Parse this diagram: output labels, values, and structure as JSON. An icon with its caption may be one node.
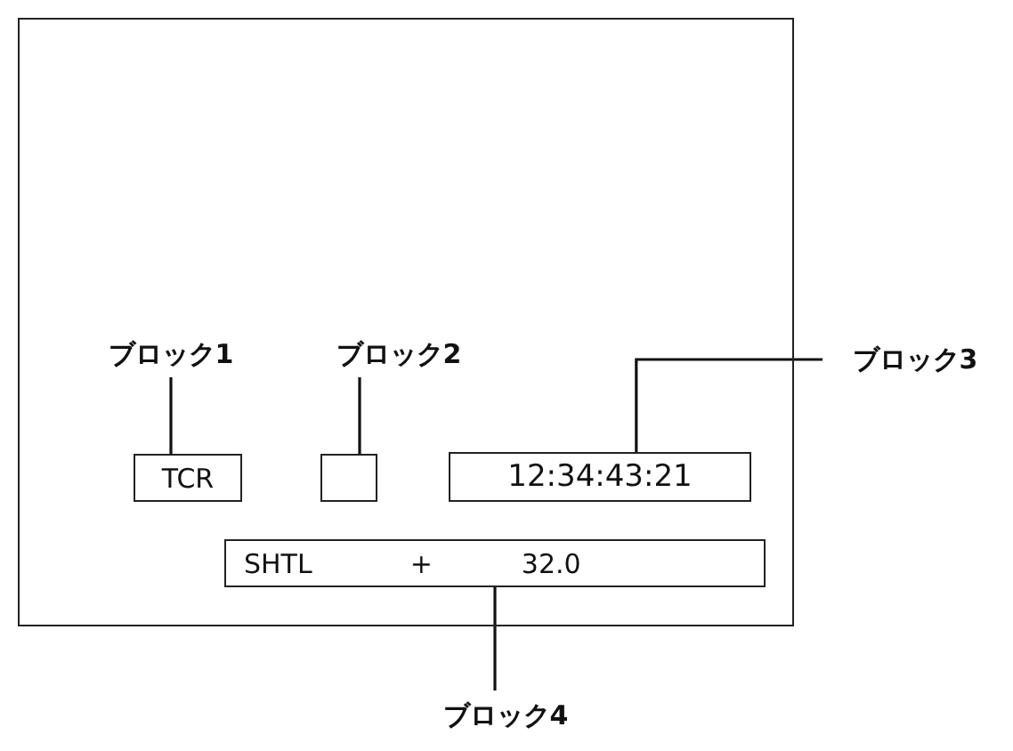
{
  "diagram": {
    "nodes": [
      {
        "text": [],
        "shape": "box"
      },
      {
        "text": [
          "ブロック1"
        ],
        "in": 0
      },
      {
        "text": [
          "ブロック2"
        ],
        "in": 0
      },
      {
        "text": [
          "ブロック3"
        ]
      },
      {
        "text": [
          "TCR"
        ],
        "in": 0
      },
      {
        "text": [],
        "shape": "box",
        "in": 0
      },
      {
        "text": [
          "12:34:43:21"
        ],
        "in": 0
      },
      {
        "text": [
          "SHTL",
          "+",
          "32.0"
        ],
        "in": 0
      },
      {
        "text": [
          "ブロック4"
        ]
      }
    ],
    "edges": [
      {
        "from": 1,
        "to": 4,
        "arrow": "none"
      },
      {
        "from": 2,
        "to": 5,
        "arrow": "none"
      },
      {
        "from": 3,
        "to": 6,
        "arrow": "none"
      },
      {
        "from": 8,
        "to": 7,
        "arrow": "none"
      }
    ]
  }
}
